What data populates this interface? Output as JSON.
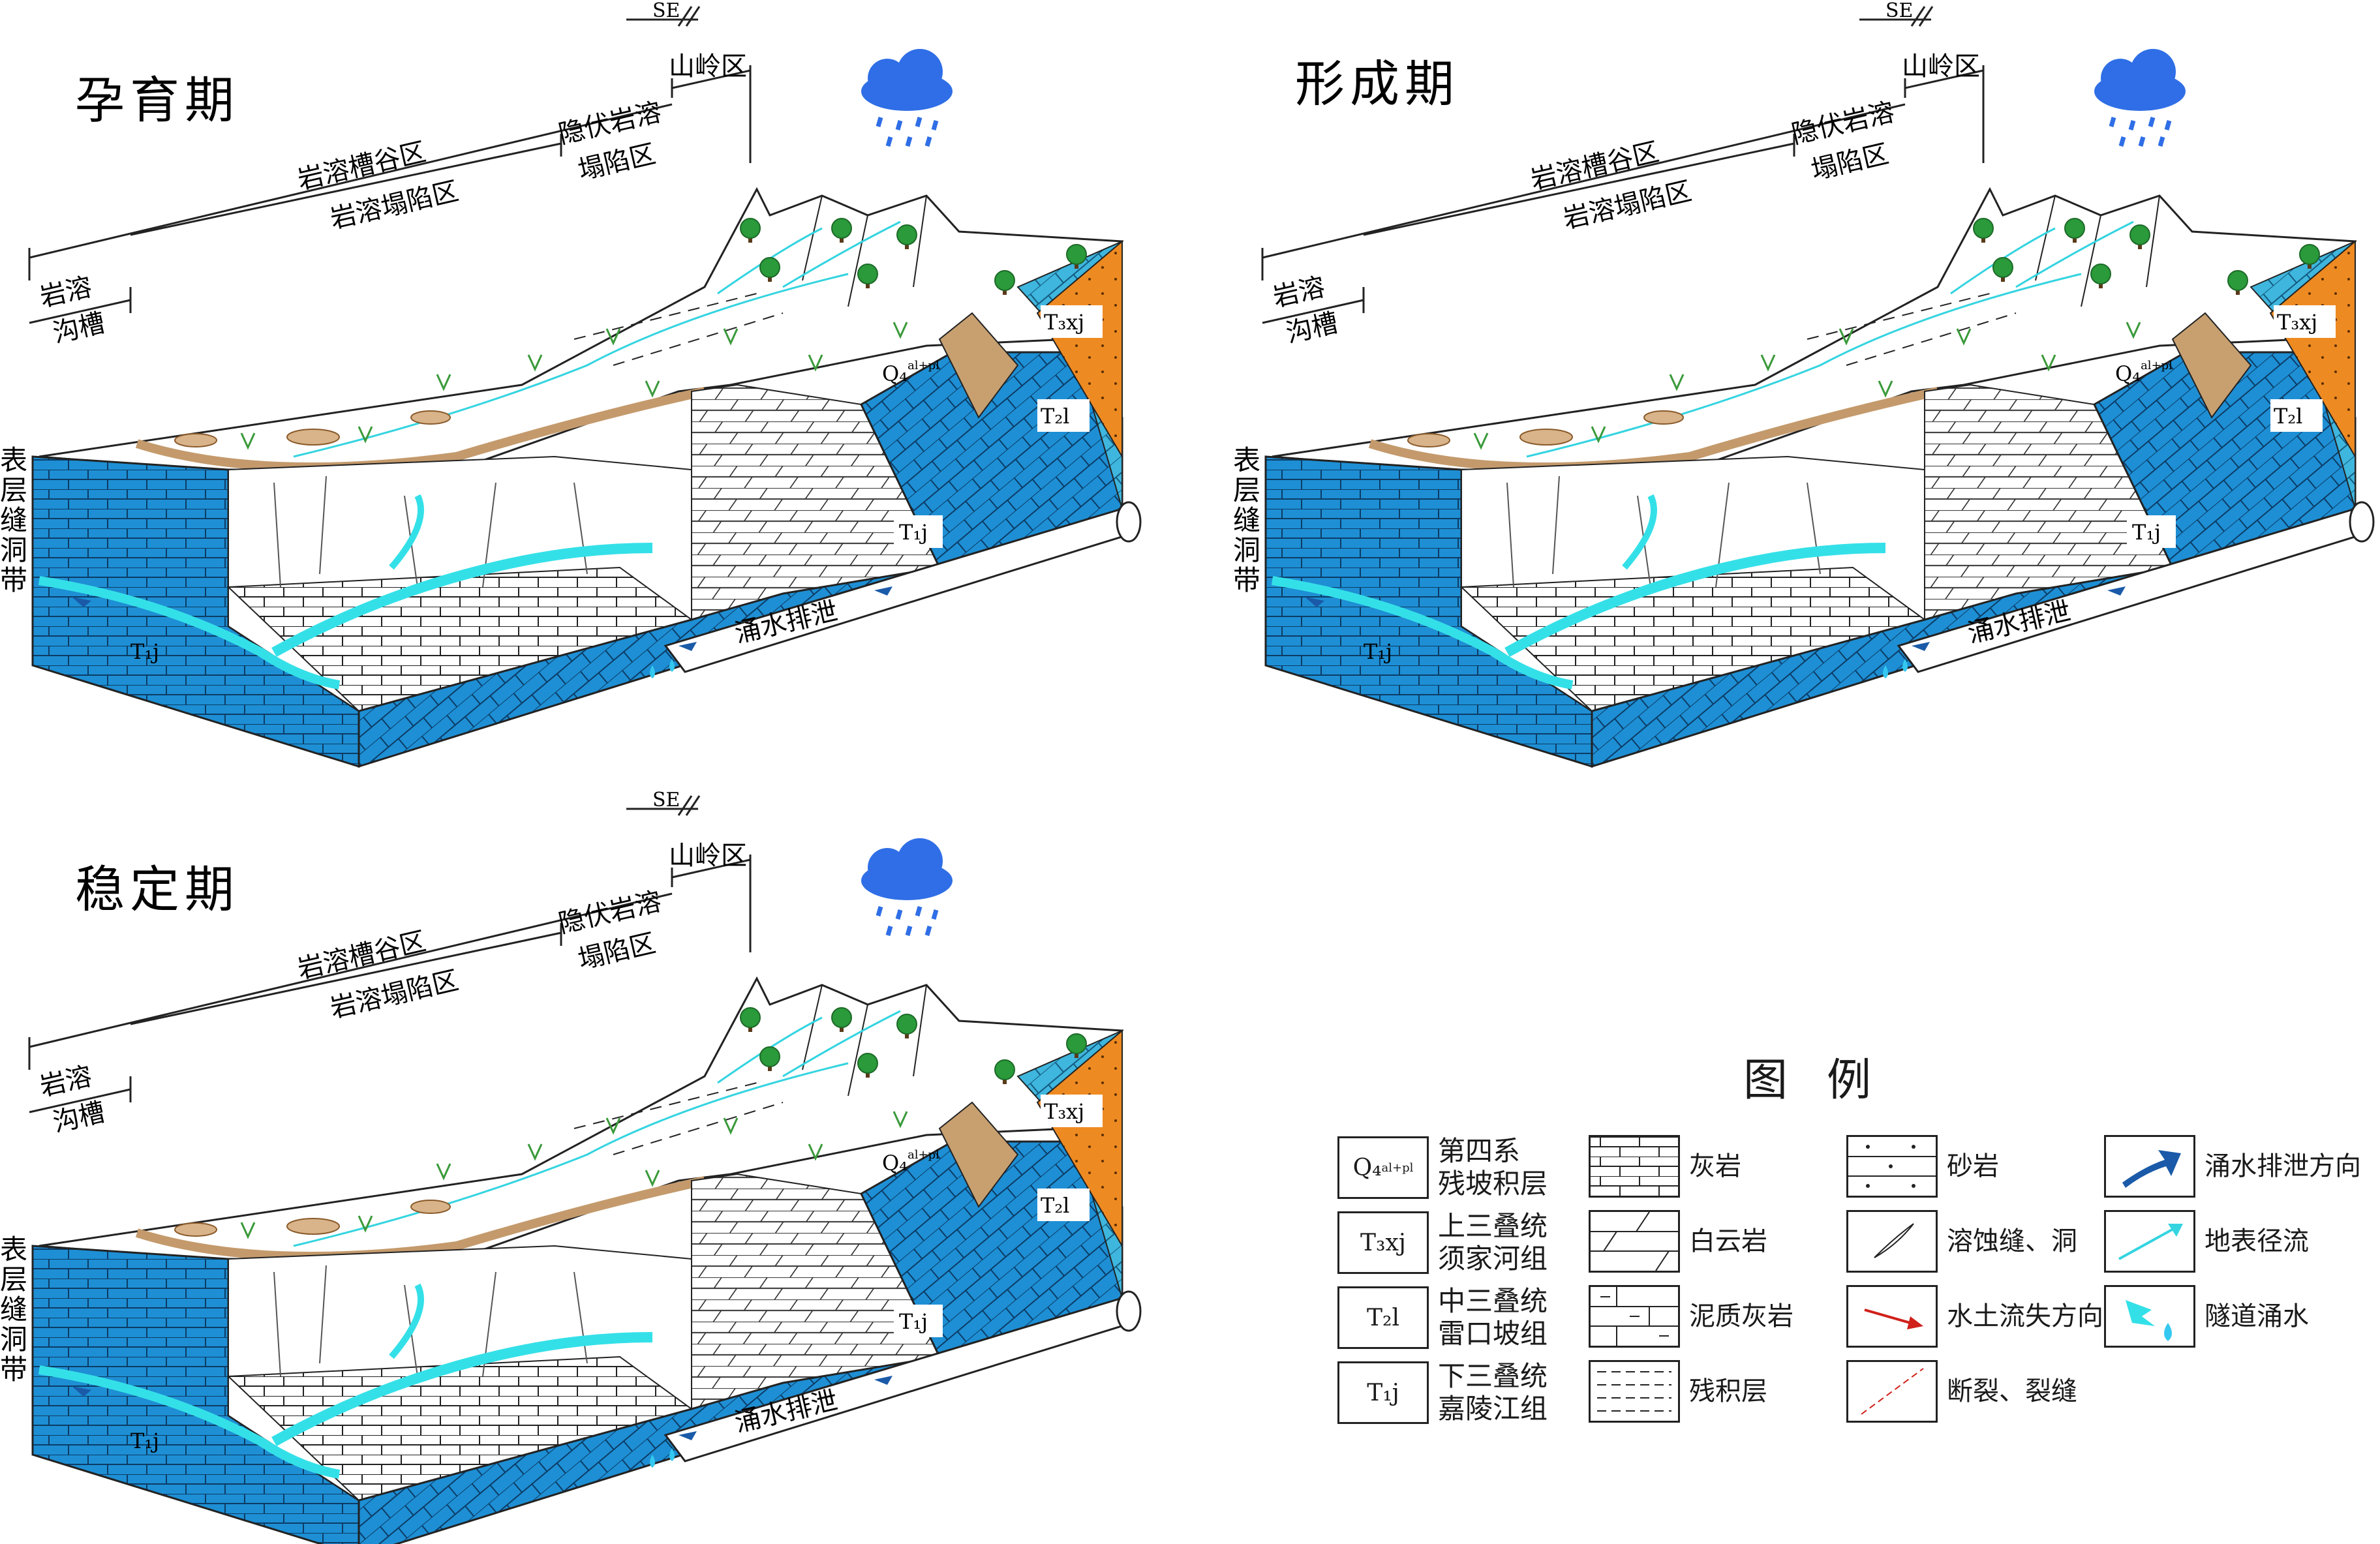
{
  "panels": [
    {
      "title": "孕育期",
      "direction": "SE",
      "zone_mountain": "山岭区",
      "zone_trough_valley": "岩溶槽谷区",
      "zone_hidden_line1": "隐伏岩溶",
      "zone_hidden_line2": "塌陷区",
      "zone_collapse": "岩溶塌陷区",
      "zone_gully_line1": "岩溶",
      "zone_gully_line2": "沟槽",
      "side_label": [
        "表",
        "层",
        "缝",
        "洞",
        "带"
      ],
      "strata": {
        "xj": "T₃xj",
        "l": "T₂l",
        "j_right": "T₁j",
        "j_left": "T₁j",
        "q": "Q₄"
      },
      "q_sup": "al+pl",
      "drain_label": "涌水排泄"
    },
    {
      "title": "形成期",
      "direction": "SE",
      "zone_mountain": "山岭区",
      "zone_trough_valley": "岩溶槽谷区",
      "zone_hidden_line1": "隐伏岩溶",
      "zone_hidden_line2": "塌陷区",
      "zone_collapse": "岩溶塌陷区",
      "zone_gully_line1": "岩溶",
      "zone_gully_line2": "沟槽",
      "side_label": [
        "表",
        "层",
        "缝",
        "洞",
        "带"
      ],
      "strata": {
        "xj": "T₃xj",
        "l": "T₂l",
        "j_right": "T₁j",
        "j_left": "T₁j",
        "q": "Q₄"
      },
      "q_sup": "al+pl",
      "drain_label": "涌水排泄"
    },
    {
      "title": "稳定期",
      "direction": "SE",
      "zone_mountain": "山岭区",
      "zone_trough_valley": "岩溶槽谷区",
      "zone_hidden_line1": "隐伏岩溶",
      "zone_hidden_line2": "塌陷区",
      "zone_collapse": "岩溶塌陷区",
      "zone_gully_line1": "岩溶",
      "zone_gully_line2": "沟槽",
      "side_label": [
        "表",
        "层",
        "缝",
        "洞",
        "带"
      ],
      "strata": {
        "xj": "T₃xj",
        "l": "T₂l",
        "j_right": "T₁j",
        "j_left": "T₁j",
        "q": "Q₄"
      },
      "q_sup": "al+pl",
      "drain_label": "涌水排泄"
    }
  ],
  "legend": {
    "title": "图例",
    "col1": [
      {
        "symbol": "Q₄",
        "symbol_sup": "al+pl",
        "line1": "第四系",
        "line2": "残坡积层"
      },
      {
        "symbol": "T₃xj",
        "line1": "上三叠统",
        "line2": "须家河组"
      },
      {
        "symbol": "T₂l",
        "line1": "中三叠统",
        "line2": "雷口坡组"
      },
      {
        "symbol": "T₁j",
        "line1": "下三叠统",
        "line2": "嘉陵江组"
      }
    ],
    "col2": [
      {
        "pattern": "limestone",
        "label": "灰岩"
      },
      {
        "pattern": "dolomite",
        "label": "白云岩"
      },
      {
        "pattern": "marly-limestone",
        "label": "泥质灰岩"
      },
      {
        "pattern": "residual",
        "label": "残积层"
      }
    ],
    "col3": [
      {
        "pattern": "sandstone",
        "label": "砂岩"
      },
      {
        "pattern": "karst-fissure",
        "label": "溶蚀缝、洞"
      },
      {
        "pattern": "soil-loss-arrow",
        "label": "水土流失方向"
      },
      {
        "pattern": "fault",
        "label": "断裂、裂缝"
      }
    ],
    "col4": [
      {
        "pattern": "drain-arrow",
        "label": "涌水排泄方向"
      },
      {
        "pattern": "surface-flow",
        "label": "地表径流"
      },
      {
        "pattern": "tunnel-water",
        "label": "隧道涌水"
      }
    ]
  },
  "colors": {
    "limestone_blue": "#1e8fd4",
    "dolomite_blue": "#2b84c8",
    "light_blue": "#3fb6dd",
    "xj_orange": "#ee8a22",
    "soil_tan": "#d9b48a",
    "water_cyan": "#34e0e8",
    "rain_blue": "#2f6ee6",
    "tree_green": "#2a9a3a",
    "arrow_red": "#d0201a"
  }
}
